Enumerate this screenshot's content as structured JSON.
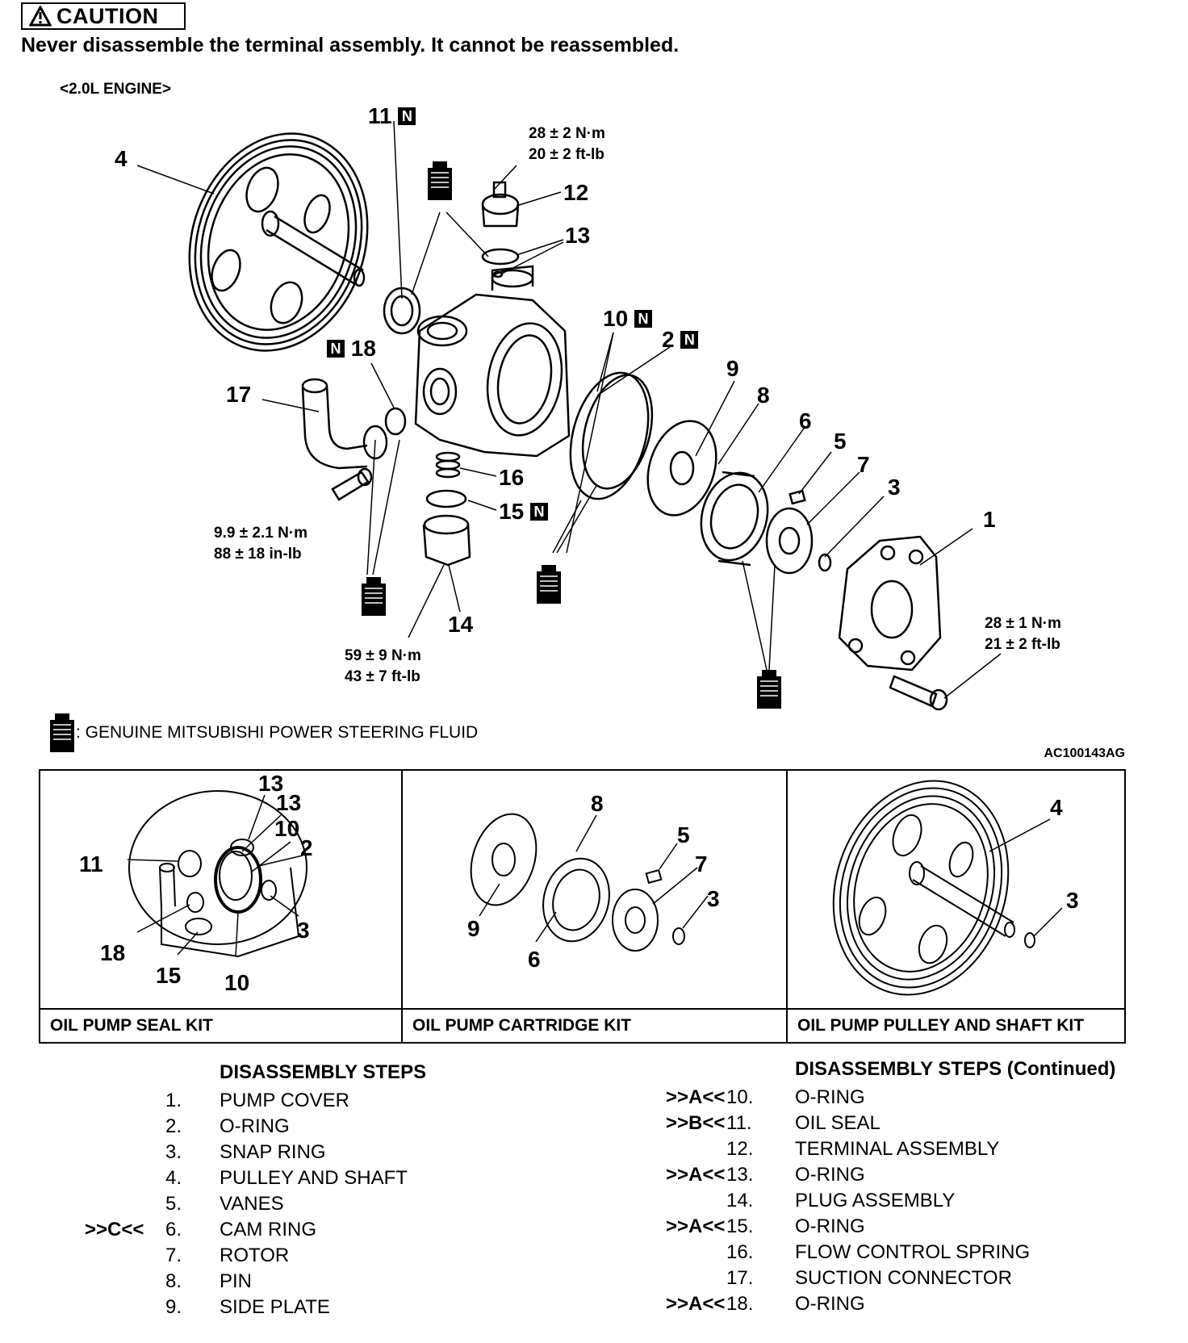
{
  "caution": {
    "title": "CAUTION",
    "text": "Never disassemble the terminal assembly. It cannot be reassembled."
  },
  "engine_label": "<2.0L ENGINE>",
  "callouts": {
    "c1": "1",
    "c2": "2",
    "c3": "3",
    "c4": "4",
    "c5": "5",
    "c6": "6",
    "c7": "7",
    "c8": "8",
    "c9": "9",
    "c10": "10",
    "c11": "11",
    "c12": "12",
    "c13": "13",
    "c14": "14",
    "c15": "15",
    "c16": "16",
    "c17": "17",
    "c18": "18",
    "new_badge": "N"
  },
  "torques": {
    "terminal": [
      "28 ± 2 N·m",
      "20 ± 2 ft-lb"
    ],
    "suction_bolt": [
      "9.9 ± 2.1 N·m",
      "88 ± 18 in-lb"
    ],
    "plug": [
      "59 ± 9 N·m",
      "43 ± 7 ft-lb"
    ],
    "cover_bolt": [
      "28 ± 1 N·m",
      "21 ± 2 ft-lb"
    ]
  },
  "legend": {
    "icon": "fluid-bottle-icon",
    "text": ": GENUINE MITSUBISHI POWER STEERING FLUID"
  },
  "figure_id": "AC100143AG",
  "kits": [
    {
      "label": "OIL PUMP SEAL KIT",
      "numbers": [
        "13",
        "13",
        "10",
        "2",
        "11",
        "3",
        "18",
        "15",
        "10"
      ]
    },
    {
      "label": "OIL PUMP CARTRIDGE KIT",
      "numbers": [
        "8",
        "5",
        "7",
        "3",
        "9",
        "6"
      ]
    },
    {
      "label": "OIL PUMP PULLEY AND SHAFT KIT",
      "numbers": [
        "4",
        "3"
      ]
    }
  ],
  "steps_left": {
    "title": "DISASSEMBLY STEPS",
    "items": [
      {
        "mark": "",
        "num": "1.",
        "text": "PUMP COVER"
      },
      {
        "mark": "",
        "num": "2.",
        "text": "O-RING"
      },
      {
        "mark": "",
        "num": "3.",
        "text": "SNAP RING"
      },
      {
        "mark": "",
        "num": "4.",
        "text": "PULLEY AND SHAFT"
      },
      {
        "mark": "",
        "num": "5.",
        "text": "VANES"
      },
      {
        "mark": ">>C<<",
        "num": "6.",
        "text": "CAM RING"
      },
      {
        "mark": "",
        "num": "7.",
        "text": "ROTOR"
      },
      {
        "mark": "",
        "num": "8.",
        "text": "PIN"
      },
      {
        "mark": "",
        "num": "9.",
        "text": "SIDE PLATE"
      }
    ]
  },
  "steps_right": {
    "title": "DISASSEMBLY STEPS (Continued)",
    "items": [
      {
        "mark": ">>A<<",
        "num": "10.",
        "text": "O-RING"
      },
      {
        "mark": ">>B<<",
        "num": "11.",
        "text": "OIL SEAL"
      },
      {
        "mark": "",
        "num": "12.",
        "text": "TERMINAL ASSEMBLY"
      },
      {
        "mark": ">>A<<",
        "num": "13.",
        "text": "O-RING"
      },
      {
        "mark": "",
        "num": "14.",
        "text": "PLUG ASSEMBLY"
      },
      {
        "mark": ">>A<<",
        "num": "15.",
        "text": "O-RING"
      },
      {
        "mark": "",
        "num": "16.",
        "text": "FLOW CONTROL SPRING"
      },
      {
        "mark": "",
        "num": "17.",
        "text": "SUCTION CONNECTOR"
      },
      {
        "mark": ">>A<<",
        "num": "18.",
        "text": "O-RING"
      }
    ]
  }
}
